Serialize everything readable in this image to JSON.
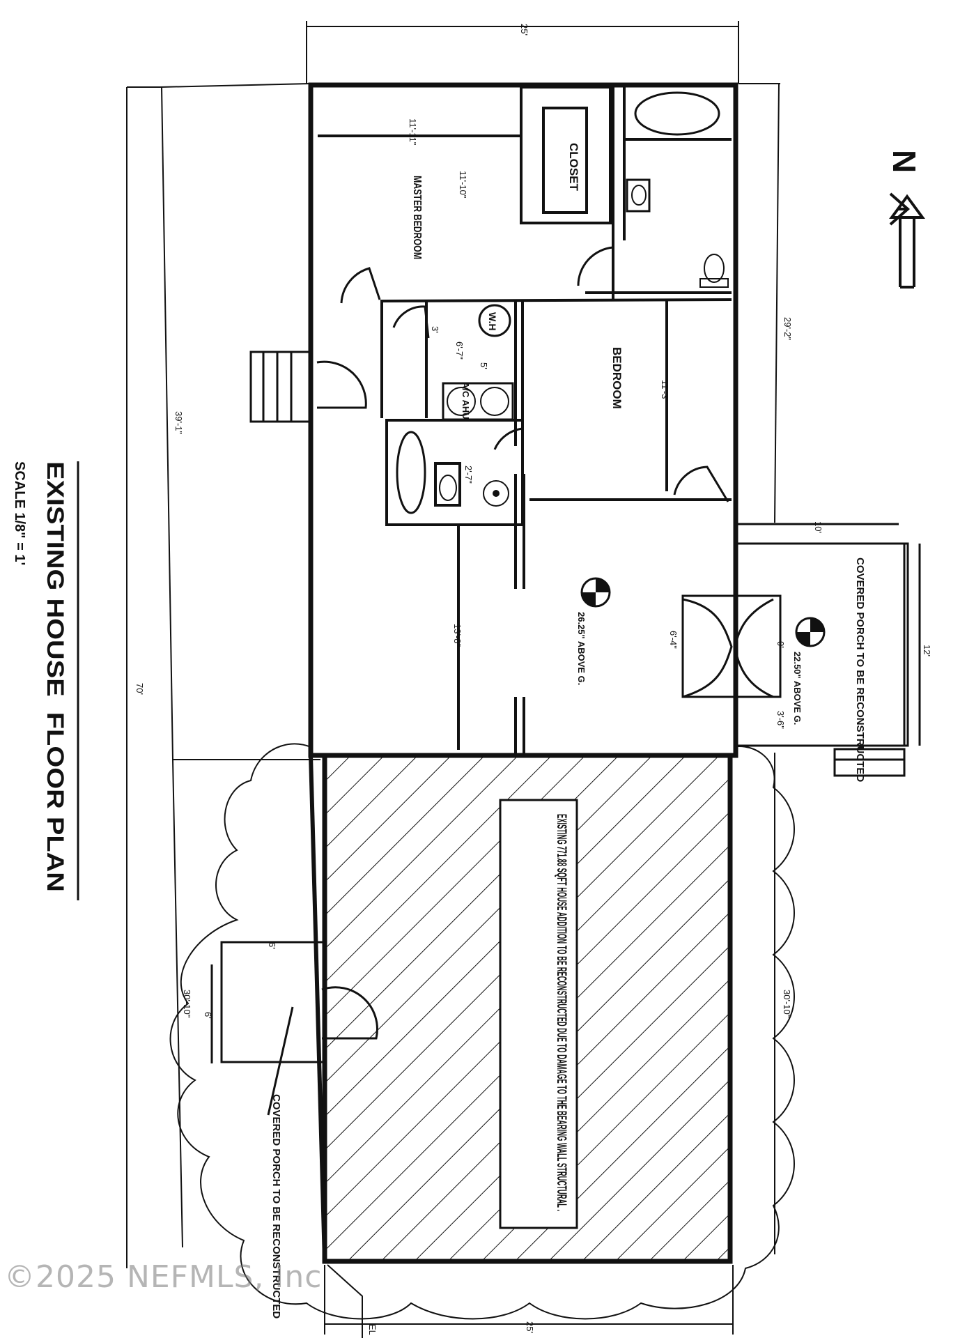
{
  "title": "EXISTING HOUSE  FLOOR PLAN",
  "scale": "SCALE 1/8\" = 1'",
  "north": "N",
  "rooms": {
    "master_bedroom": "MASTER BEDROOM",
    "bedroom": "BEDROOM",
    "closet": "CLOSET",
    "water_heater": "W.H",
    "ac_ahu": "A/C AHU"
  },
  "annotations": {
    "interior_elevation": "26.25\" ABOVE G.",
    "porch_elevation": "22.50\" ABOVE G.",
    "front_porch_note": "COVERED PORCH TO BE RECONSTRUCTED",
    "rear_porch_note": "COVERED PORCH TO BE RECONSTRUCTED",
    "addition_note": "EXISTING 771.88 SQFT HOUSE ADDITION TO BE RECONSTRUCTED DUE TO DAMAGE TO THE BEARING WALL STRUCTURAL ."
  },
  "dimensions": {
    "top_width": "25'",
    "bottom_width": "25'",
    "overall_length": "70'",
    "left_segment_a": "39'-1\"",
    "left_segment_b": "30'-10\"",
    "right_segment_a": "29'-2\"",
    "right_segment_b": "30'-10\"",
    "master_width": "11'-11\"",
    "master_depth": "11'-10\"",
    "bedroom_depth": "11'-3\"",
    "living_depth": "13'-8\"",
    "hall_a": "6'-7\"",
    "hall_b": "5'",
    "hall_c": "3'",
    "bath_dim": "2'-7\"",
    "door_width": "6'-4\"",
    "porch_depth_front": "10'",
    "porch_length_front": "12'",
    "porch_offset_a": "0'",
    "porch_offset_b": "3'-6\"",
    "rear_porch_a": "6'",
    "rear_porch_b": "6'",
    "corner_label": "EL"
  },
  "watermark": "©2025 NEFMLS, Inc"
}
